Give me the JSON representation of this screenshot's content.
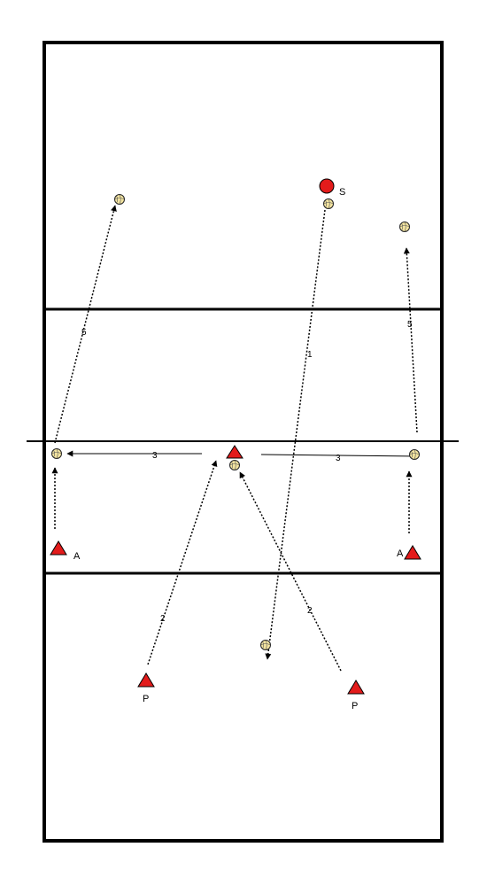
{
  "diagram": {
    "court_color": "#000000",
    "player_color": "#e31b1b",
    "ball_color": "#f3e4a0",
    "labels": {
      "setter": "S",
      "attacker_left": "A",
      "attacker_right": "A",
      "passer_left": "P",
      "passer_right": "P"
    },
    "paths": {
      "serve": "1",
      "pass_left": "2",
      "pass_right": "2",
      "set_left": "3",
      "set_right": "3",
      "attack_left": "5",
      "attack_right": "5"
    }
  }
}
